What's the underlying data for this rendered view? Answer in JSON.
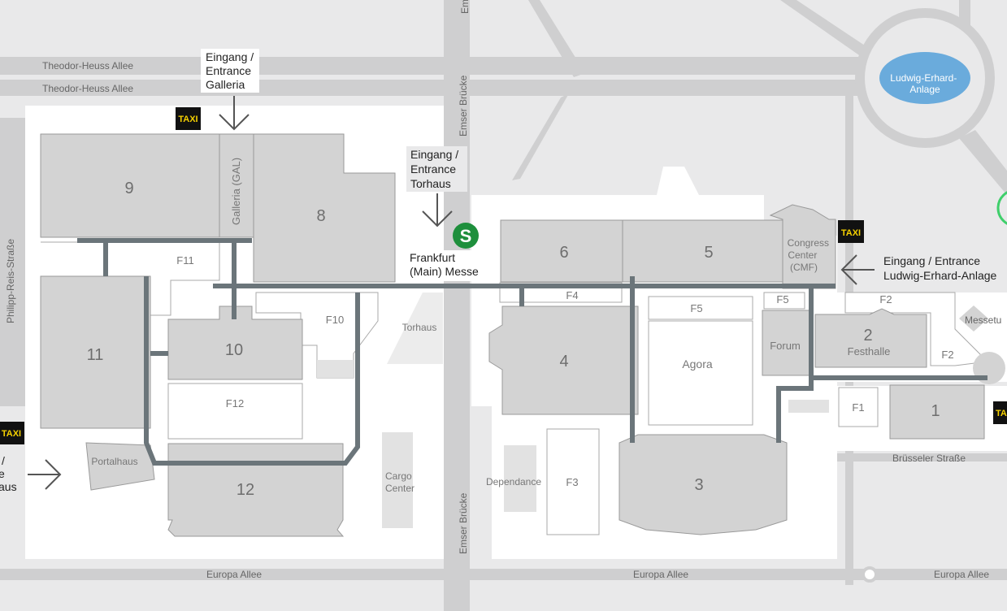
{
  "roads": {
    "theodor_heuss_1": "Theodor-Heuss Allee",
    "theodor_heuss_2": "Theodor-Heuss Allee",
    "philipp_reis": "Philipp-Reis-Straße",
    "emser_bruecke_top": "Emser Brücke",
    "emser_bruecke_bottom": "Emser Brücke",
    "emser_clip": "Em",
    "europa_allee_1": "Europa Allee",
    "europa_allee_2": "Europa Allee",
    "europa_allee_3": "Europa Allee",
    "bruesseler": "Brüsseler Straße",
    "messetu": "Messetu"
  },
  "landmarks": {
    "ludwig_erhard_anlage": [
      "Ludwig-Erhard-",
      "Anlage"
    ]
  },
  "halls": {
    "h1": "1",
    "h2": "2",
    "h3": "3",
    "h4": "4",
    "h5": "5",
    "h6": "6",
    "h8": "8",
    "h9": "9",
    "h10": "10",
    "h11": "11",
    "h12": "12"
  },
  "areas": {
    "f1": "F1",
    "f2a": "F2",
    "f2b": "F2",
    "f3": "F3",
    "f4": "F4",
    "f5a": "F5",
    "f5b": "F5",
    "f10": "F10",
    "f11": "F11",
    "f12": "F12",
    "galleria": "Galleria (GAL)",
    "festhalle": "Festhalle",
    "forum": "Forum",
    "agora": "Agora",
    "dependance": "Dependance",
    "torhaus": "Torhaus",
    "portalhaus": "Portalhaus",
    "cargo_center": [
      "Cargo",
      "Center"
    ],
    "congress_center": [
      "Congress",
      "Center",
      "(CMF)"
    ]
  },
  "entrances": {
    "galleria": [
      "Eingang /",
      "Entrance",
      "Galleria"
    ],
    "torhaus": [
      "Eingang /",
      "Entrance",
      "Torhaus"
    ],
    "ludwig_erhard": [
      "Eingang / Entrance",
      "Ludwig-Erhard-Anlage"
    ],
    "portalhaus_clip": [
      "/",
      "e",
      "aus"
    ]
  },
  "station": {
    "symbol": "S",
    "name": [
      "Frankfurt",
      "(Main) Messe"
    ]
  },
  "taxi": {
    "label_1": "TAXI",
    "label_2": "TAXI",
    "label_3": "TAXI",
    "label_4": "TA"
  },
  "colors": {
    "background": "#e9e9ea",
    "fairground": "#ffffff",
    "building": "#d3d3d3",
    "walkway": "#6b757a",
    "lake": "#6aabdc",
    "s_bahn": "#1e8f3c",
    "taxi_bg": "#111111",
    "taxi_text": "#f5d000"
  },
  "icons": {
    "entrance_arrow": "arrow-icon",
    "s_bahn": "s-bahn-icon",
    "taxi": "taxi-sign-icon"
  }
}
